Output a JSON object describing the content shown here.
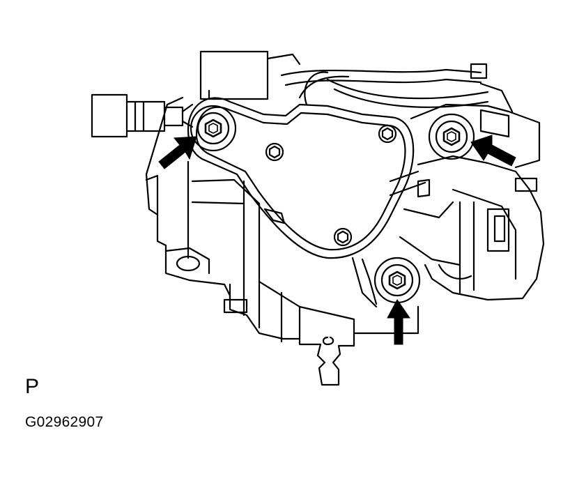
{
  "figure": {
    "view_label": "P",
    "figure_code": "G02962907",
    "colors": {
      "line": "#000000",
      "background": "#ffffff"
    },
    "callouts": [
      {
        "name": "arrow-to-bolt-upper-left",
        "points_to": "bolt-upper-left"
      },
      {
        "name": "arrow-to-bolt-upper-right",
        "points_to": "bolt-upper-right"
      },
      {
        "name": "arrow-to-bolt-bottom",
        "points_to": "bolt-bottom"
      }
    ]
  }
}
